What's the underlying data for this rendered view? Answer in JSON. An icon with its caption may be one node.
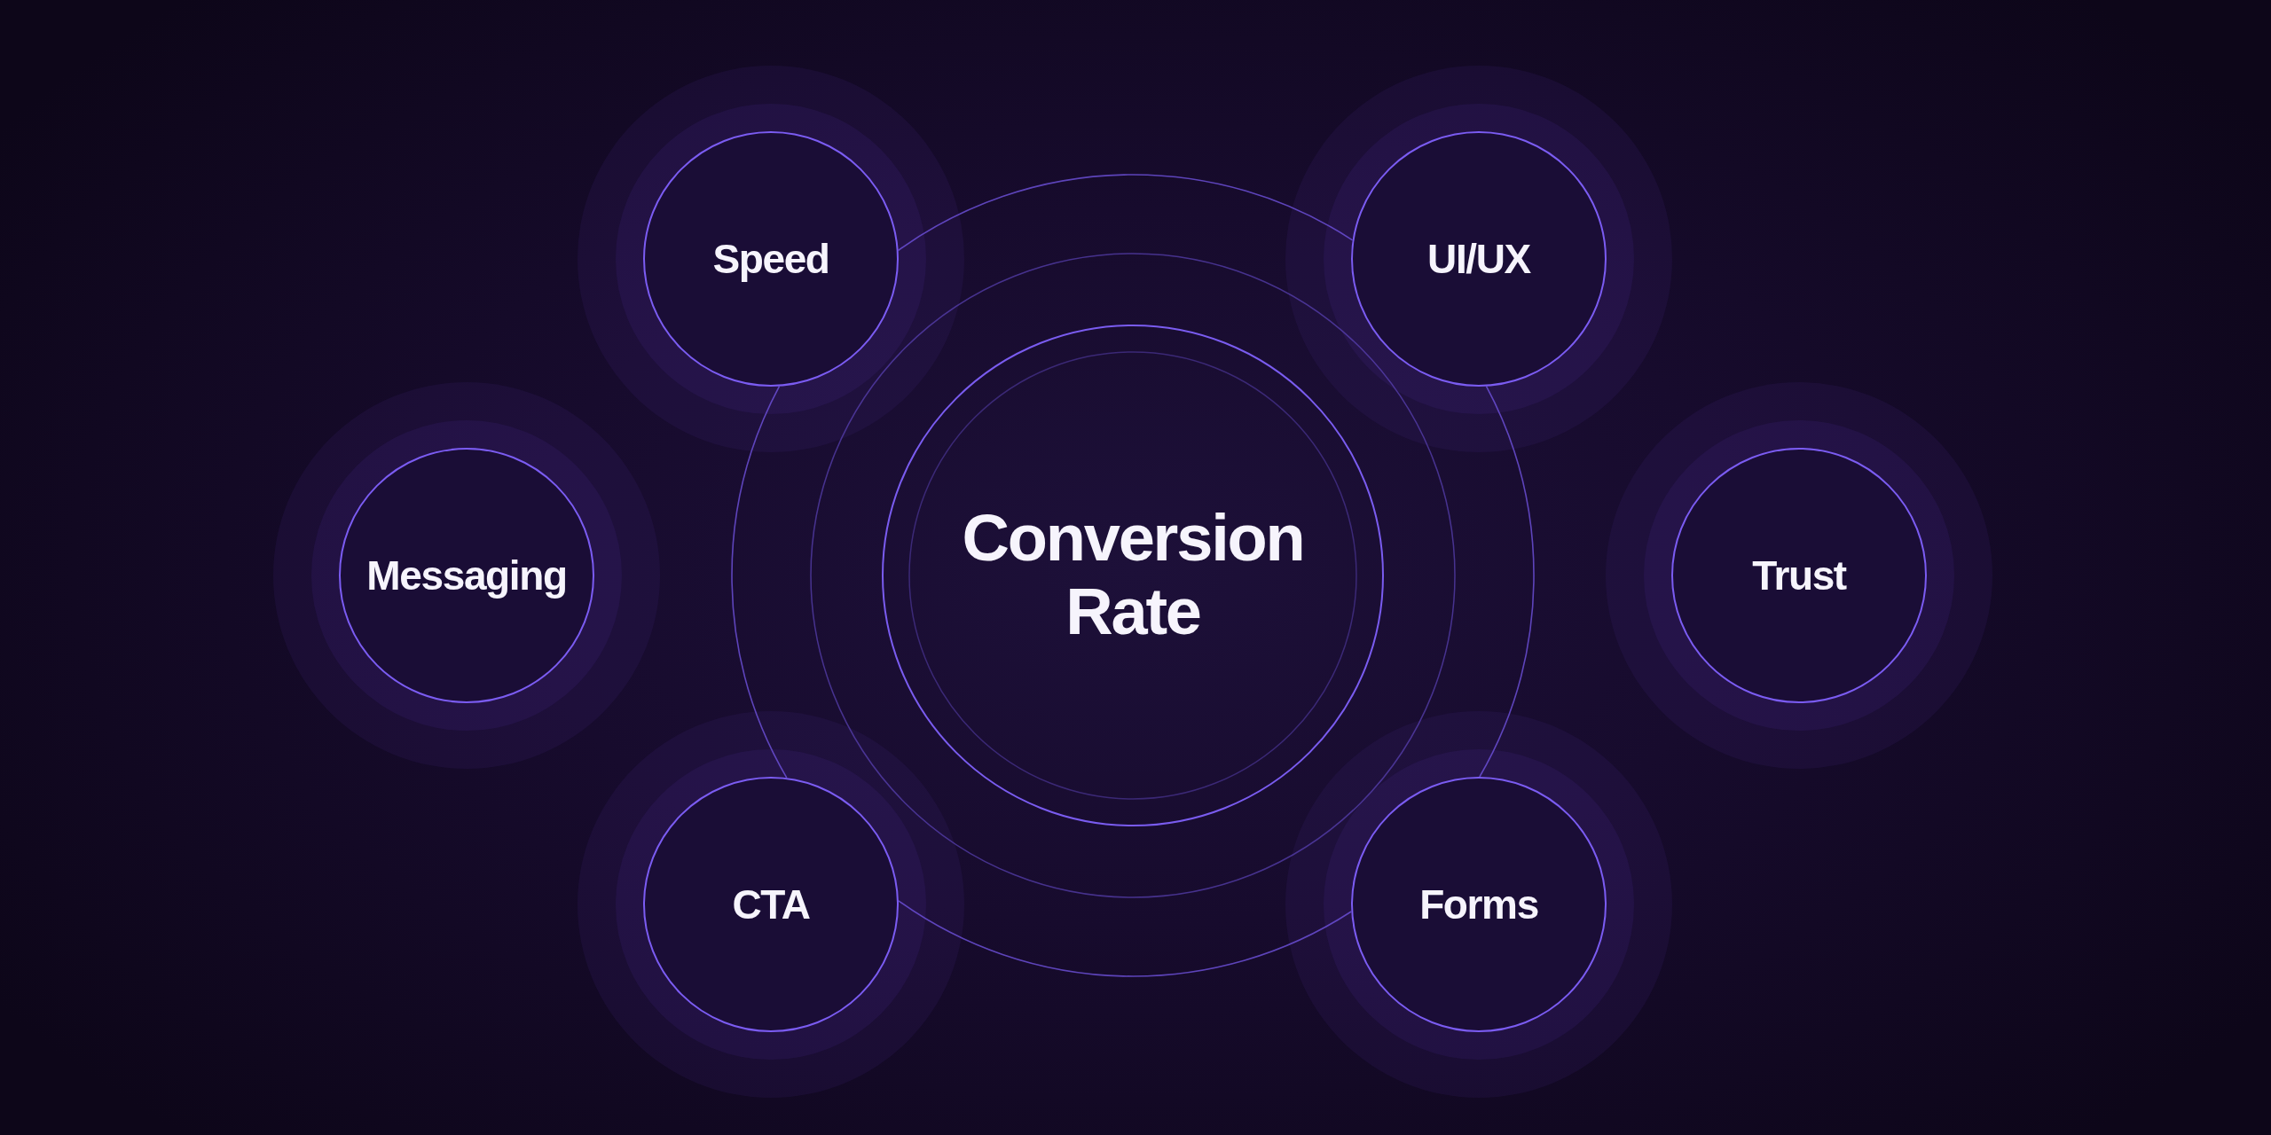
{
  "diagram": {
    "nodes": [
      {
        "text": [
          "Speed"
        ]
      },
      {
        "text": [
          "UI/UX"
        ]
      },
      {
        "text": [
          "Messaging"
        ]
      },
      {
        "text": [
          "Conversion Rate"
        ]
      },
      {
        "text": [
          "Trust"
        ]
      },
      {
        "text": [
          "CTA"
        ]
      },
      {
        "text": [
          "Forms"
        ]
      }
    ],
    "edges": [
      {
        "from": 0,
        "to": 1,
        "arrow": "none"
      },
      {
        "from": 1,
        "to": 6,
        "arrow": "none"
      },
      {
        "from": 6,
        "to": 5,
        "arrow": "none"
      },
      {
        "from": 5,
        "to": 0,
        "arrow": "none"
      }
    ]
  }
}
